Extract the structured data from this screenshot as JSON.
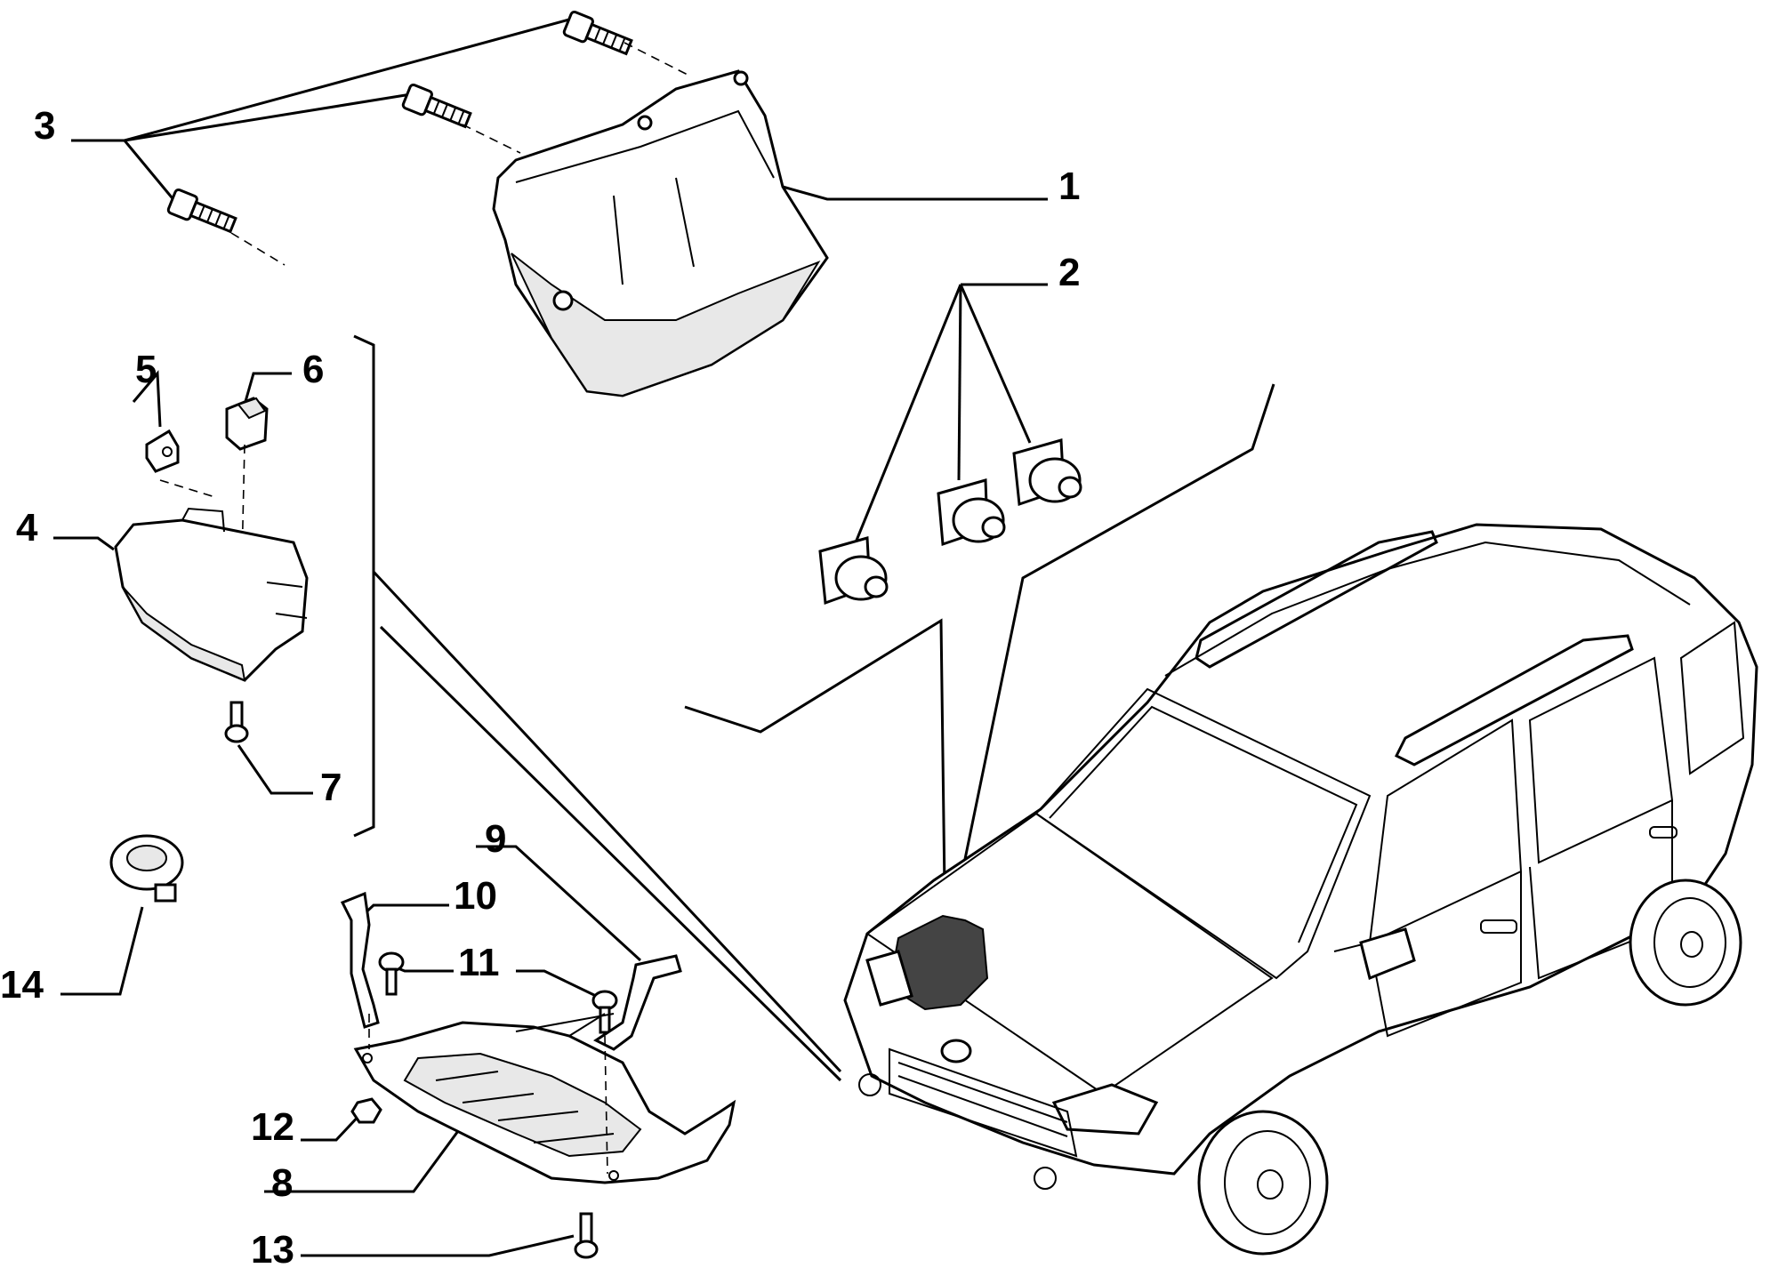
{
  "callouts": [
    {
      "id": "1",
      "label": "1",
      "part": "heat-shield"
    },
    {
      "id": "2",
      "label": "2",
      "part": "rubber-buffer"
    },
    {
      "id": "3",
      "label": "3",
      "part": "bolt"
    },
    {
      "id": "4",
      "label": "4",
      "part": "side-shield"
    },
    {
      "id": "5",
      "label": "5",
      "part": "clip"
    },
    {
      "id": "6",
      "label": "6",
      "part": "clip"
    },
    {
      "id": "7",
      "label": "7",
      "part": "screw"
    },
    {
      "id": "8",
      "label": "8",
      "part": "underbody-guard"
    },
    {
      "id": "9",
      "label": "9",
      "part": "bracket"
    },
    {
      "id": "10",
      "label": "10",
      "part": "bracket"
    },
    {
      "id": "11",
      "label": "11",
      "part": "bolt"
    },
    {
      "id": "12",
      "label": "12",
      "part": "nut"
    },
    {
      "id": "13",
      "label": "13",
      "part": "screw"
    },
    {
      "id": "14",
      "label": "14",
      "part": "plug"
    }
  ],
  "colors": {
    "line": "#000000",
    "background": "#ffffff",
    "part_fill": "#e8e8e8"
  }
}
